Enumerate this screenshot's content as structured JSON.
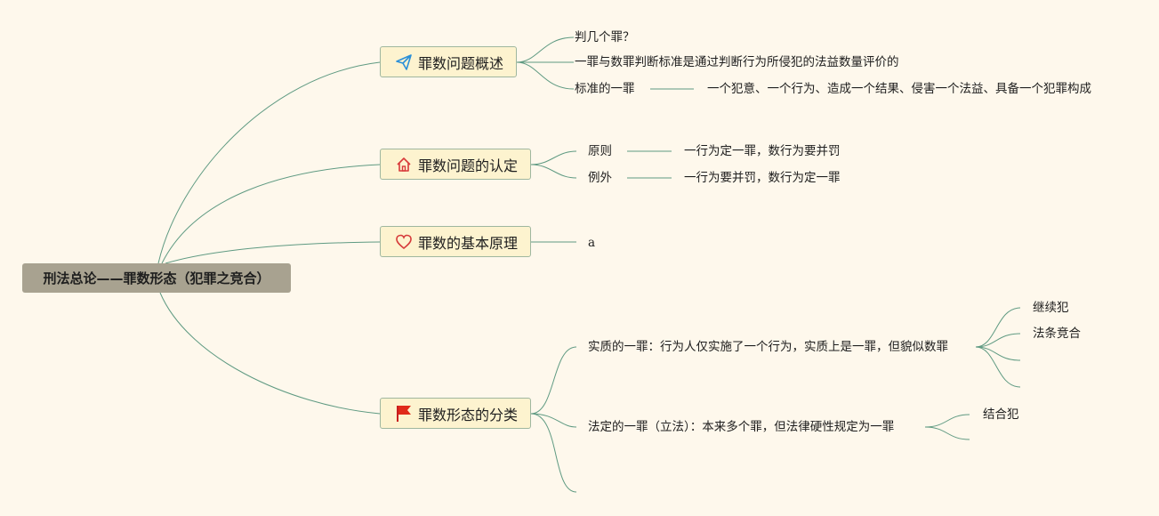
{
  "root": {
    "label": "刑法总论——罪数形态（犯罪之竞合）"
  },
  "topics": [
    {
      "label": "罪数问题概述",
      "icon": "paper-plane-icon",
      "children": [
        {
          "label": "判几个罪？"
        },
        {
          "label": "一罪与数罪判断标准是通过判断行为所侵犯的法益数量评价的"
        },
        {
          "label": "标准的一罪",
          "detail": "一个犯意、一个行为、造成一个结果、侵害一个法益、具备一个犯罪构成"
        }
      ]
    },
    {
      "label": "罪数问题的认定",
      "icon": "house-icon",
      "children": [
        {
          "label": "原则",
          "detail": "一行为定一罪，数行为要并罚"
        },
        {
          "label": "例外",
          "detail": "一行为要并罚，数行为定一罪"
        }
      ]
    },
    {
      "label": "罪数的基本原理",
      "icon": "heart-icon",
      "children": [
        {
          "label": "a"
        }
      ]
    },
    {
      "label": "罪数形态的分类",
      "icon": "flag-icon",
      "children": [
        {
          "label": "实质的一罪：行为人仅实施了一个行为，实质上是一罪，但貌似数罪",
          "sub": [
            "继续犯",
            "法条竞合"
          ]
        },
        {
          "label": "法定的一罪（立法）：本来多个罪，但法律硬性规定为一罪",
          "sub": [
            "结合犯"
          ]
        }
      ]
    }
  ],
  "colors": {
    "line": "#5f9a82",
    "root_bg": "#a8a290",
    "topic_bg": "#fdf3cf",
    "background": "#fef8ec"
  }
}
